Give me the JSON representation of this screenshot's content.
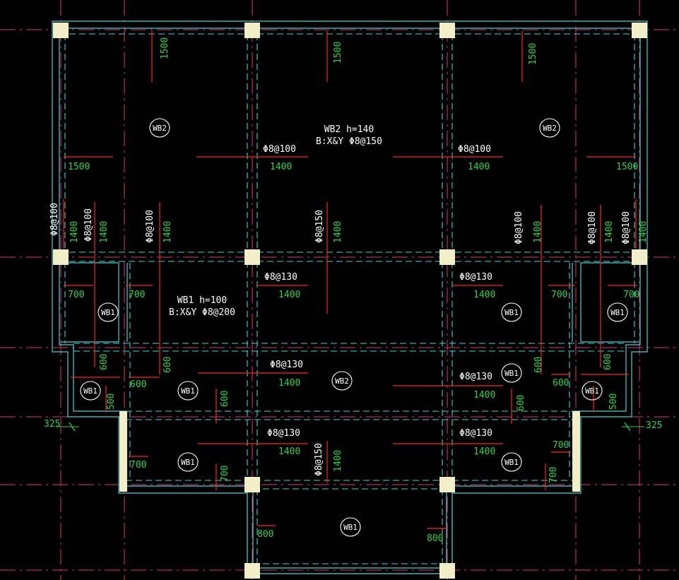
{
  "slabs": [
    {
      "id": "wb2-top-mid",
      "lines": [
        "WB2  h=140",
        "B:X&Y Φ8@150"
      ]
    },
    {
      "id": "wb1-left",
      "lines": [
        "WB1  h=100",
        "B:X&Y Φ8@200"
      ]
    }
  ],
  "tags": {
    "wb2": "WB2",
    "wb1": "WB1"
  },
  "rebar": {
    "p100": "Φ8@100",
    "p130": "Φ8@130",
    "p150": "Φ8@150"
  },
  "dims": {
    "d1500": "1500",
    "d1400": "1400",
    "d700": "700",
    "d600": "600",
    "d500": "500",
    "d800": "800",
    "d325": "325"
  },
  "colors": {
    "background": "#000000",
    "wall": "#3fd3d3",
    "grid": "#e0307a",
    "rebar": "#ff2020",
    "dimension": "#2fd14a",
    "text": "#ffffff",
    "column": "#f2efc8"
  }
}
